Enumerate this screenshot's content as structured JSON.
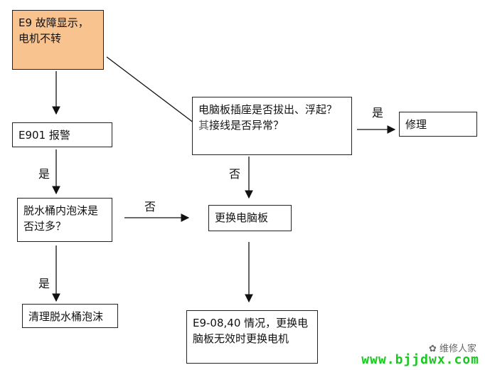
{
  "nodes": {
    "start": {
      "line1": "E9 故障显示，",
      "line2": "电机不转"
    },
    "e901": {
      "text": "E901 报警"
    },
    "foam_question": {
      "line1": "脱水桶内泡沫是",
      "line2": "否过多？"
    },
    "clean_foam": {
      "text": "清理脱水桶泡沫"
    },
    "socket_question": {
      "line1": "电脑板插座是否拔出、浮起？",
      "line2_prefix": "其",
      "line2": "接线是否异常？"
    },
    "repair": {
      "text": "修理"
    },
    "replace_board": {
      "text": "更换电脑板"
    },
    "final": {
      "line1": "E9-08,40 情况，更换电",
      "line2": "脑板无效时更换电机"
    }
  },
  "labels": {
    "yes_1": "是",
    "yes_2": "是",
    "yes_3": "是",
    "no_1": "否",
    "no_2": "否"
  },
  "watermark": {
    "brand": "维修人家",
    "url": "www.bjjdwx.com"
  },
  "colors": {
    "start_fill": "#f9c38f",
    "watermark_url": "#19c81e"
  }
}
